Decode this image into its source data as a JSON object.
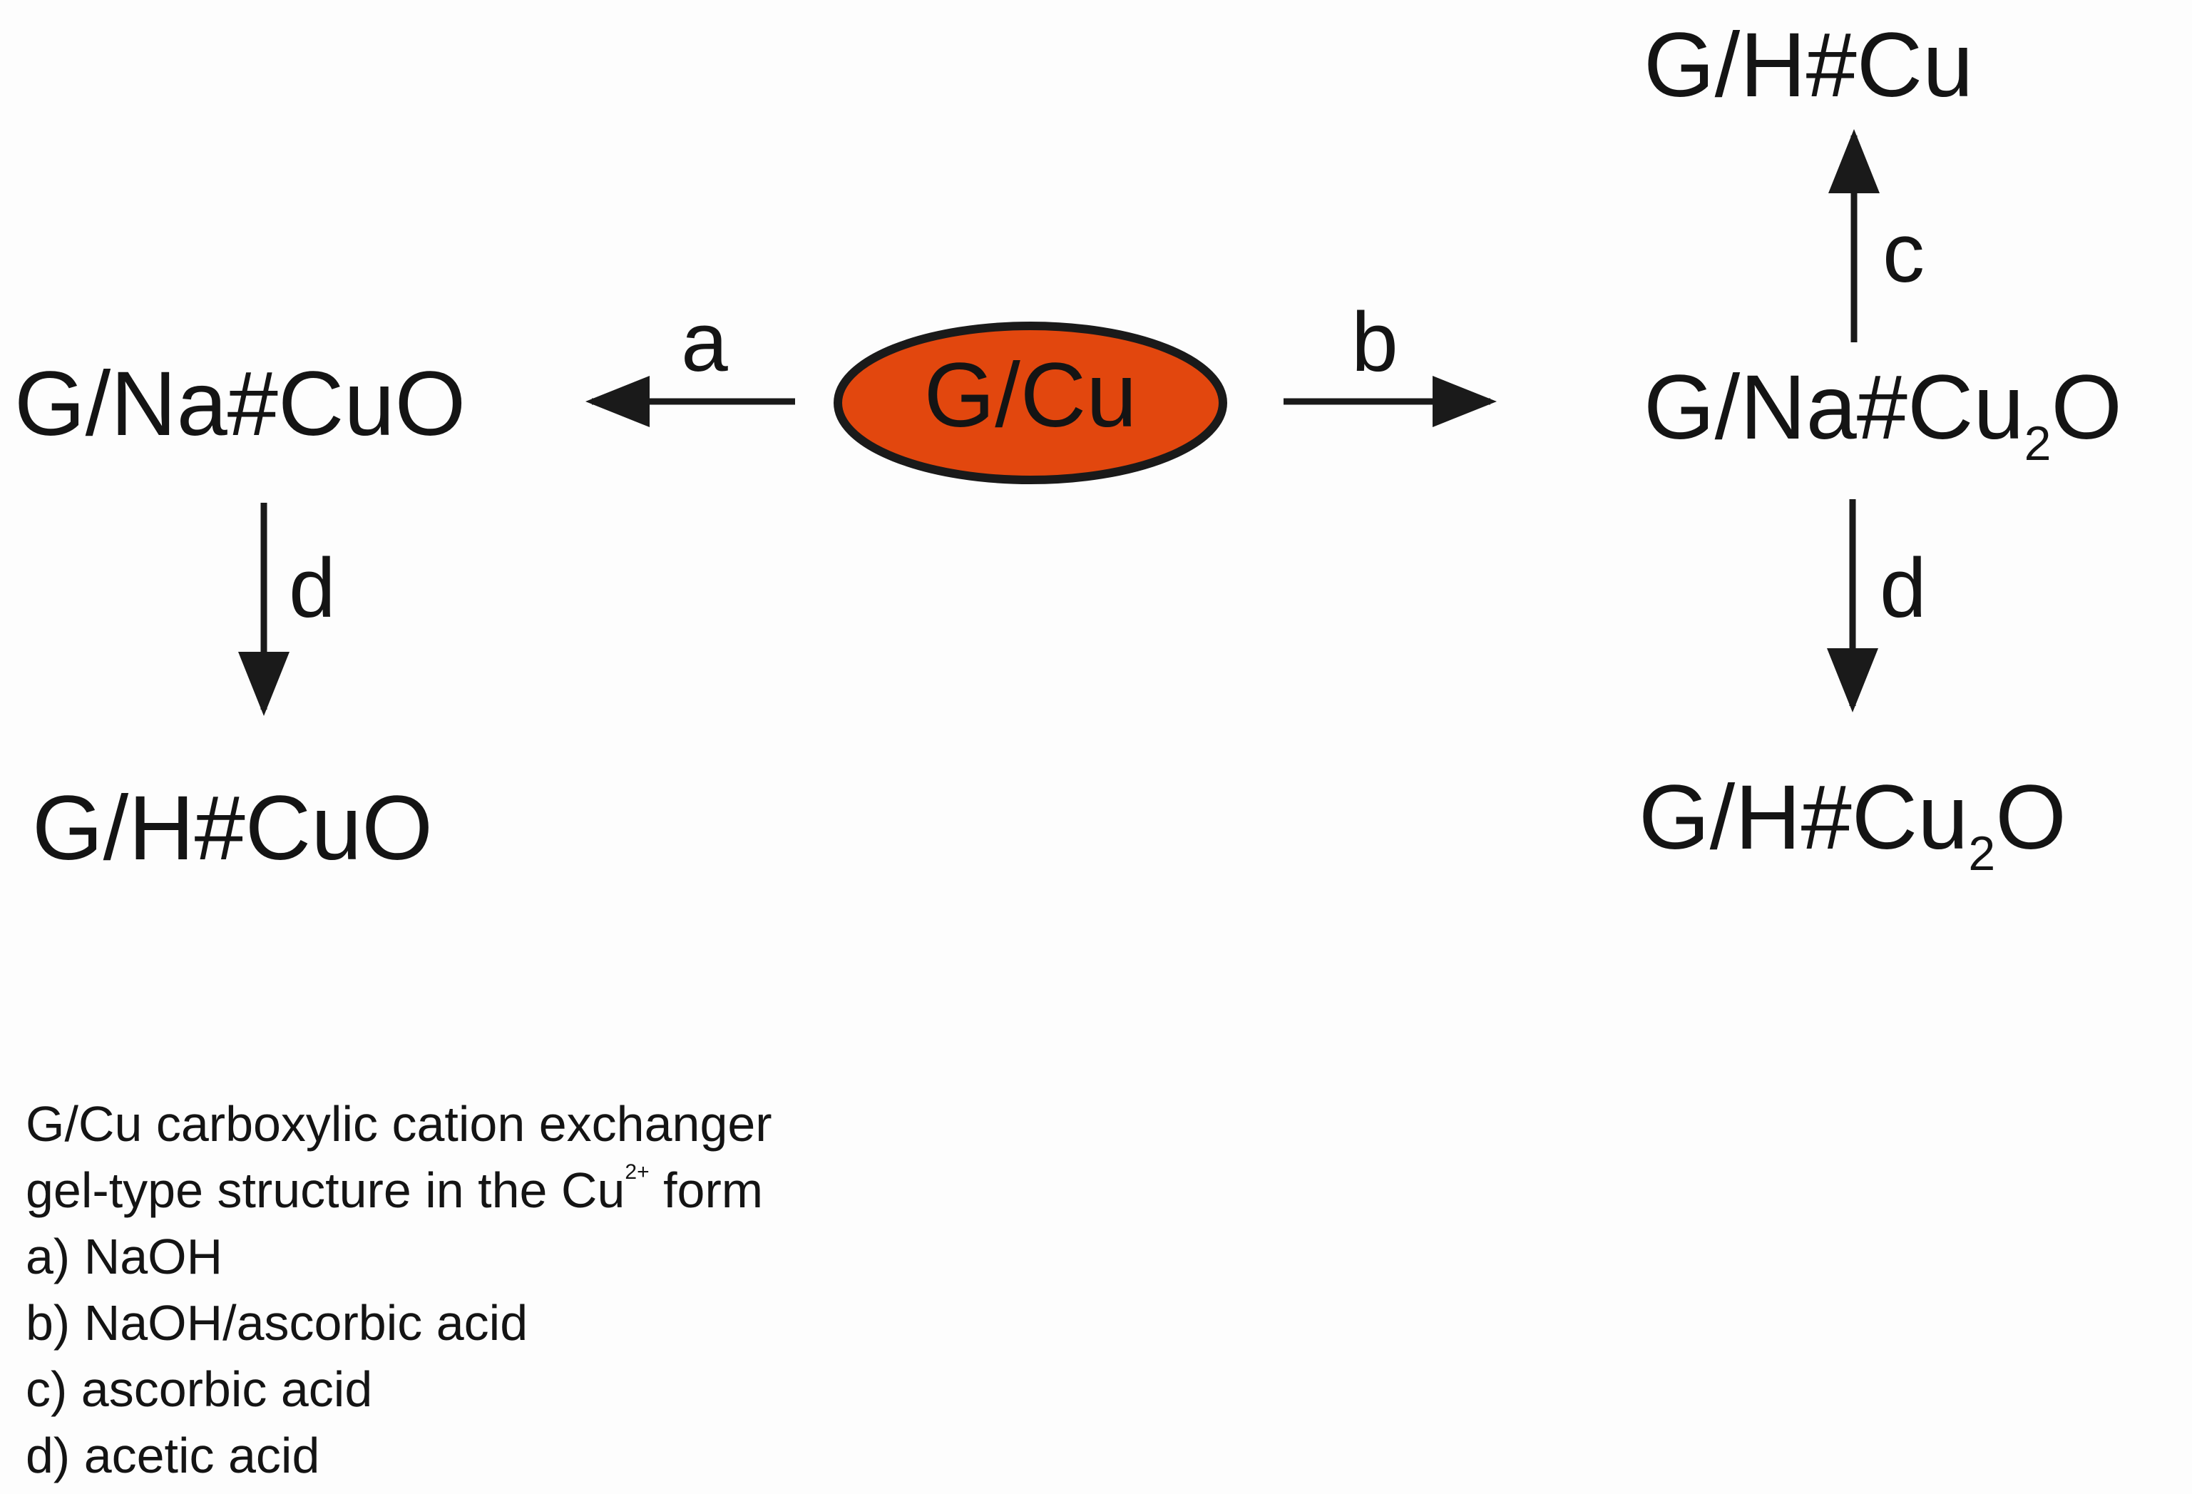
{
  "nodes": {
    "center": "G/Cu",
    "left": "G/Na#CuO",
    "left_bottom": "G/H#CuO",
    "right": {
      "prefix": "G/Na#Cu",
      "sub": "2",
      "suffix": "O"
    },
    "right_top": "G/H#Cu",
    "right_bottom": {
      "prefix": "G/H#Cu",
      "sub": "2",
      "suffix": "O"
    }
  },
  "arrows": {
    "a": "a",
    "b": "b",
    "c": "c",
    "d_left": "d",
    "d_right": "d"
  },
  "legend": {
    "line1": "G/Cu carboxylic cation exchanger",
    "line2_prefix": "gel-type structure in the Cu",
    "line2_sup": "2+",
    "line2_suffix": " form",
    "items": [
      "a) NaOH",
      "b) NaOH/ascorbic acid",
      "c) ascorbic acid",
      "d) acetic acid"
    ]
  },
  "colors": {
    "center_fill": "#e2470e",
    "stroke": "#1a1a1a"
  }
}
